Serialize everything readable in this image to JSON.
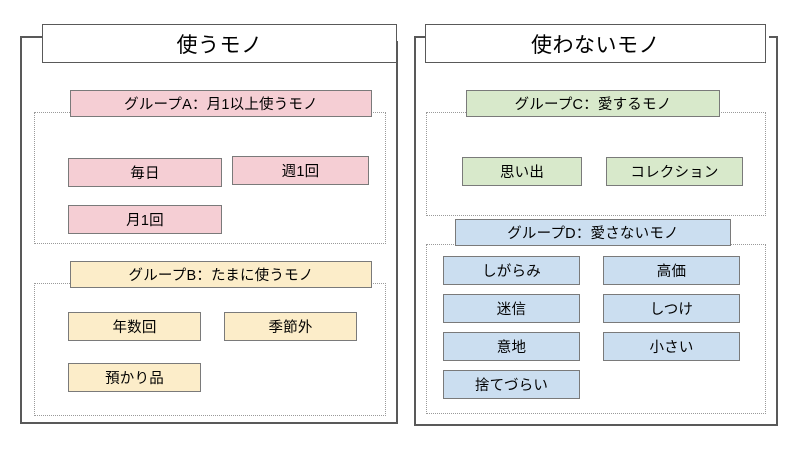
{
  "diagram": {
    "title_boxes": [
      {
        "id": "use",
        "label": "使うモノ"
      },
      {
        "id": "notuse",
        "label": "使わないモノ"
      }
    ],
    "groups": [
      {
        "id": "A",
        "header": "グループA：月1以上使うモノ",
        "color": "#F5CED4",
        "items": [
          "毎日",
          "週1回",
          "月1回"
        ]
      },
      {
        "id": "B",
        "header": "グループB：たまに使うモノ",
        "color": "#FCEDC9",
        "items": [
          "年数回",
          "季節外",
          "預かり品"
        ]
      },
      {
        "id": "C",
        "header": "グループC：愛するモノ",
        "color": "#D8E9CB",
        "items": [
          "思い出",
          "コレクション"
        ]
      },
      {
        "id": "D",
        "header": "グループD：愛さないモノ",
        "color": "#CBDEF0",
        "items": [
          "しがらみ",
          "高価",
          "迷信",
          "しつけ",
          "意地",
          "小さい",
          "捨てづらい"
        ]
      }
    ]
  },
  "colors": {
    "pink": "#F5CED4",
    "cream": "#FCEDC9",
    "green": "#D8E9CB",
    "blue": "#CBDEF0",
    "panel_border": "#595959",
    "chip_border": "#7A7A7A",
    "dotted_border": "#9A9A9A",
    "background": "#FFFFFF"
  }
}
